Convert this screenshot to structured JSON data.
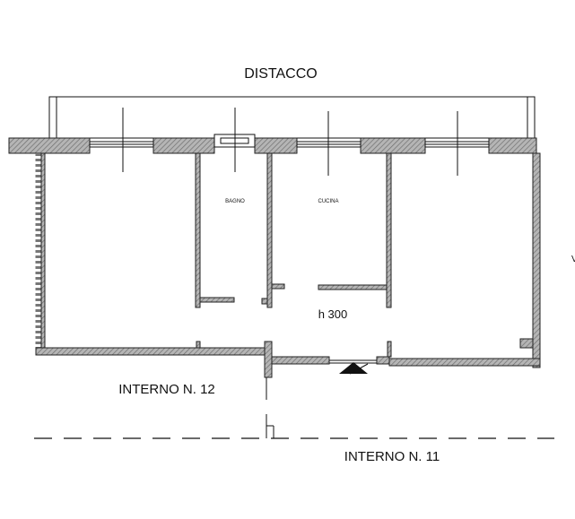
{
  "plan": {
    "top_label": "DISTACCO",
    "rooms": [
      {
        "name": "BAGNO"
      },
      {
        "name": "CUCINA"
      }
    ],
    "height_label": "h 300",
    "unit_upper": "INTERNO N. 12",
    "unit_lower": "INTERNO N. 11",
    "edge_mark": "V"
  },
  "colors": {
    "wall_fill": "#9a9a9a",
    "line": "#111111"
  }
}
